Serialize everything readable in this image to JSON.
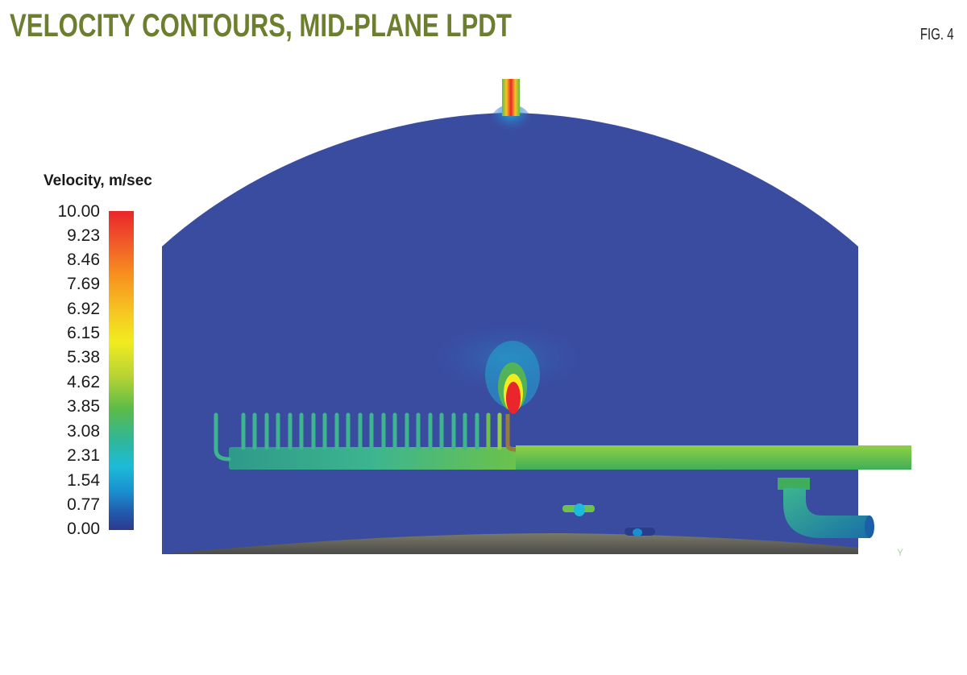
{
  "header": {
    "title": "VELOCITY CONTOURS, MID-PLANE LPDT",
    "figure_label": "FIG. 4"
  },
  "legend": {
    "title": "Velocity, m/sec",
    "ticks": [
      "10.00",
      "9.23",
      "8.46",
      "7.69",
      "6.92",
      "6.15",
      "5.38",
      "4.62",
      "3.85",
      "3.08",
      "2.31",
      "1.54",
      "0.77",
      "0.00"
    ],
    "colors": {
      "max": "#e8262b",
      "high": "#f7901e",
      "mid_high": "#f2ec1f",
      "mid": "#5bbb47",
      "mid_low": "#2fb79a",
      "low": "#1dbbd9",
      "min": "#2b3a8f"
    }
  },
  "scene": {
    "tank_fill": "#3a4ca0",
    "floor_color": "#6b6b66",
    "sparger_color": "#3fae8c",
    "outlet_pipe_color": "#7cc63f",
    "elbow_pipe_color": "#2f9a7a",
    "jet_color": "#e8262b",
    "nozzle_color": "#f15a29",
    "axis_marker": "Y"
  },
  "chart_data": {
    "type": "heatmap",
    "title": "VELOCITY CONTOURS, MID-PLANE LPDT",
    "colorbar_label": "Velocity, m/sec",
    "colorbar_range": [
      0.0,
      10.0
    ],
    "colorbar_ticks": [
      10.0,
      9.23,
      8.46,
      7.69,
      6.92,
      6.15,
      5.38,
      4.62,
      3.85,
      3.08,
      2.31,
      1.54,
      0.77,
      0.0
    ],
    "annotations": [
      "FIG. 4"
    ],
    "regions": [
      {
        "name": "tank bulk",
        "velocity_approx": 0.3
      },
      {
        "name": "top nozzle",
        "velocity_approx": 9.5
      },
      {
        "name": "sparger jet",
        "velocity_approx": 10.0
      },
      {
        "name": "sparger header",
        "velocity_approx": 3.5
      },
      {
        "name": "outlet pipe",
        "velocity_approx": 5.5
      },
      {
        "name": "elbow outlet",
        "velocity_approx": 3.0
      }
    ]
  }
}
